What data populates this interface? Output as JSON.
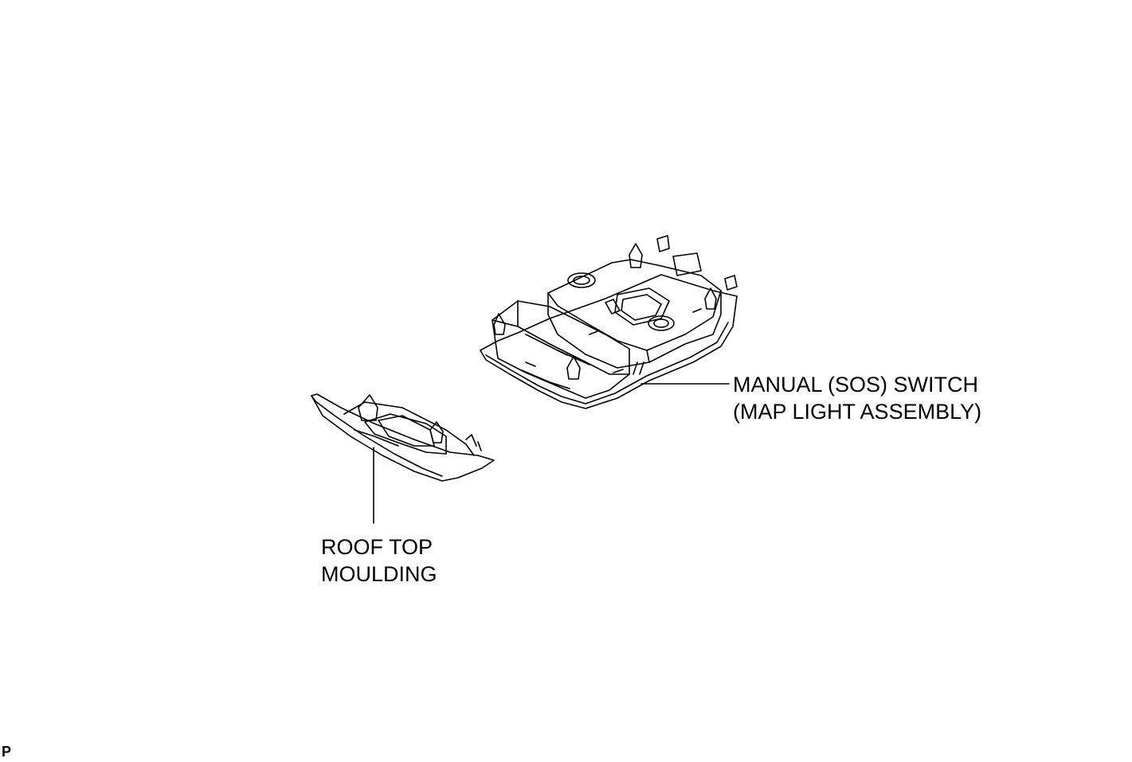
{
  "labels": {
    "map_light_line1": "MANUAL (SOS) SWITCH",
    "map_light_line2": "(MAP LIGHT ASSEMBLY)",
    "roof_line1": "ROOF TOP",
    "roof_line2": "MOULDING"
  },
  "corner_mark": "P",
  "colors": {
    "line": "#000000",
    "background": "#ffffff"
  }
}
